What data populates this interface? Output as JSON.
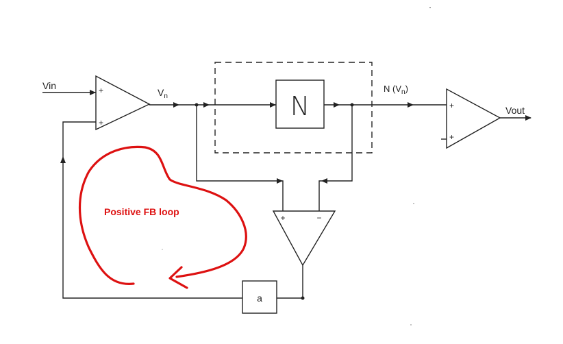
{
  "labels": {
    "vin": "Vin",
    "vn": "V",
    "vn_sub": "n",
    "nvn_prefix": "N (V",
    "nvn_sub": "n",
    "nvn_suffix": ")",
    "vout": "Vout",
    "block_n": "N",
    "block_a": "a",
    "plus": "+",
    "minus": "−",
    "fb_loop": "Positive FB loop"
  },
  "colors": {
    "ink": "#222222",
    "annotation": "#dd1111"
  }
}
